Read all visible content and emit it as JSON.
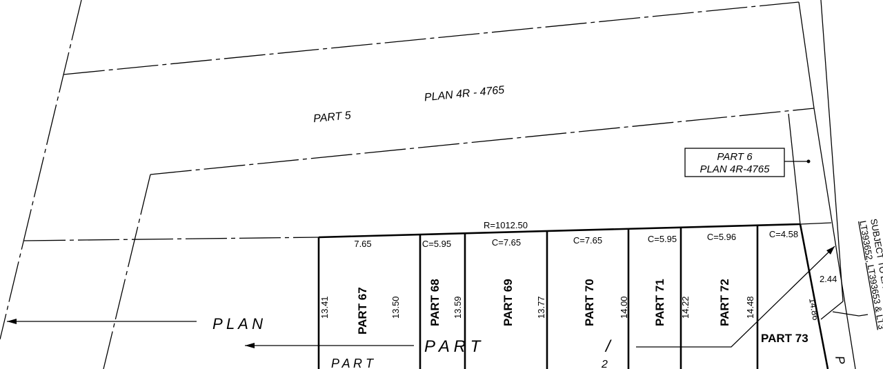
{
  "labels": {
    "part5": "PART    5",
    "plan5": "PLAN   4R   -   4765",
    "part6_line1": "PART  6",
    "part6_line2": "PLAN  4R-4765",
    "radius": "R=1012.50",
    "plan_big": "P  L  A  N",
    "part_big": "P    A    R    T",
    "part_small": "P  A  R  T",
    "one": "/",
    "two": "2",
    "p_right": "P",
    "subject_line1": "SUBJECT TO EA",
    "subject_line2": "LT393652, LT393653 & LT3"
  },
  "parts": [
    {
      "name": "PART 67",
      "chord": "7.65",
      "left_depth": "13.41",
      "right_depth": "13.50"
    },
    {
      "name": "PART 68",
      "chord": "C=5.95",
      "right_depth": "13.59"
    },
    {
      "name": "PART 69",
      "chord": "C=7.65",
      "right_depth": "13.77"
    },
    {
      "name": "PART 70",
      "chord": "C=7.65",
      "right_depth": "14.00"
    },
    {
      "name": "PART 71",
      "chord": "C=5.95",
      "right_depth": "14.22"
    },
    {
      "name": "PART 72",
      "chord": "C=5.96",
      "right_depth": "14.48"
    },
    {
      "name": "PART 73",
      "chord": "C=4.58",
      "right_depth": "14.86",
      "extra": "2.44"
    }
  ]
}
